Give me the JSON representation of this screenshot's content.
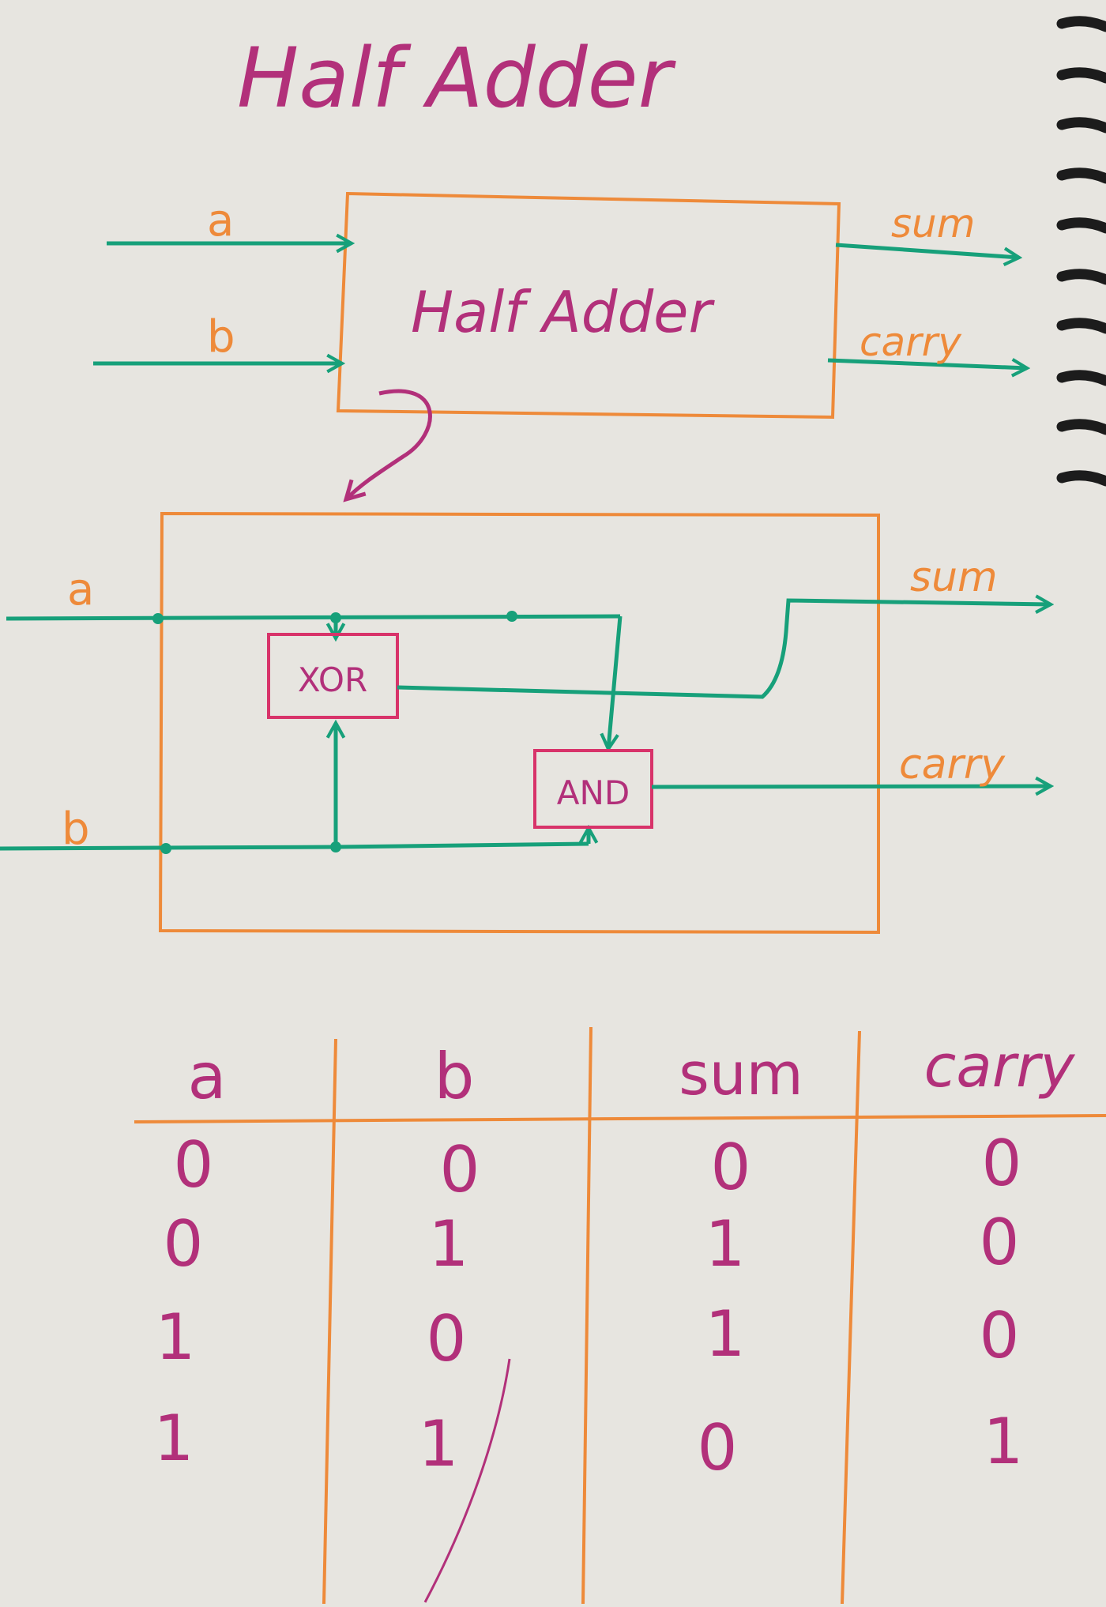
{
  "title": "Half Adder",
  "block": {
    "label": "Half Adder",
    "inputs": [
      "a",
      "b"
    ],
    "outputs": [
      "sum",
      "carry"
    ]
  },
  "circuit": {
    "inputs": [
      "a",
      "b"
    ],
    "outputs": [
      "sum",
      "carry"
    ],
    "gates": [
      "XOR",
      "AND"
    ]
  },
  "truth_table": {
    "headers": [
      "a",
      "b",
      "sum",
      "carry"
    ],
    "rows": [
      [
        "0",
        "0",
        "0",
        "0"
      ],
      [
        "0",
        "1",
        "1",
        "0"
      ],
      [
        "1",
        "0",
        "1",
        "0"
      ],
      [
        "1",
        "1",
        "0",
        "1"
      ]
    ]
  },
  "colors": {
    "paper": "#e7e5e0",
    "ink_magenta": "#b2307a",
    "ink_orange": "#ee8a3a",
    "ink_green": "#17a07a",
    "ink_pink": "#d8336a",
    "spiral": "#1c1c1c"
  }
}
